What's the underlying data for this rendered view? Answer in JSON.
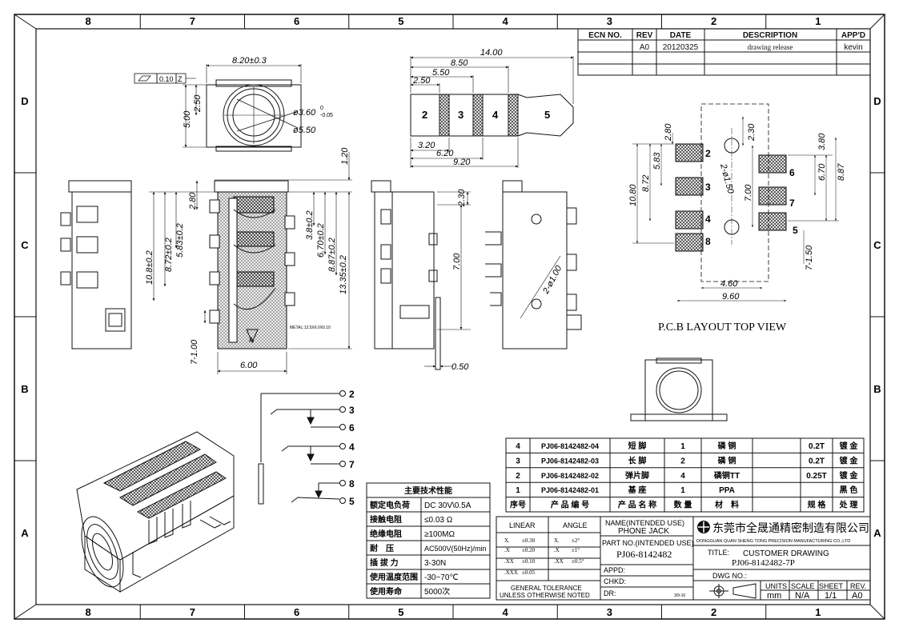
{
  "zones": {
    "top": [
      "8",
      "7",
      "6",
      "5",
      "4",
      "3",
      "2",
      "1"
    ],
    "side": [
      "D",
      "C",
      "B",
      "A"
    ]
  },
  "revision": {
    "headers": [
      "ECN NO.",
      "REV",
      "DATE",
      "DESCRIPTION",
      "APP'D"
    ],
    "rows": [
      [
        "",
        "A0",
        "20120325",
        "drawing release",
        "kevin"
      ]
    ]
  },
  "dims": {
    "front_width": "8.20±0.3",
    "flatness_tol": "0.10",
    "flatness_ref": "Z",
    "front_h1": "2.50",
    "front_h2": "5.00",
    "front_hole": "ø3.60",
    "front_hole_tol_up": "0",
    "front_hole_tol_dn": "-0.05",
    "front_outer": "ø5.50",
    "plug_total": "14.00",
    "plug_d1": "8.50",
    "plug_d2": "5.50",
    "plug_d3": "2.50",
    "plug_b1": "3.20",
    "plug_b2": "6.20",
    "plug_b3": "9.20",
    "plug_seg_labels": [
      "2",
      "3",
      "4",
      "5"
    ],
    "top_1_20": "1.20",
    "top_2_80": "2.80",
    "top_5_83": "5.83±0.2",
    "top_8_72": "8.72±0.2",
    "top_10_8": "10.8±0.2",
    "top_3_8": "3.8±0.2",
    "top_6_70": "6.70±0.2",
    "top_8_87": "8.87±0.2",
    "top_13_35": "13.35±0.2",
    "top_6_00": "6.00",
    "top_1_00": "7-1.00",
    "top_note": "METAL:12.5X6.0X0.10",
    "top_polarity": "A",
    "side_2_30": "2.30",
    "side_7_00": "7.00",
    "side_0_50": "0.50",
    "right_hole": "2-ø1.00",
    "pcb_10_80": "10.80",
    "pcb_8_72": "8.72",
    "pcb_5_83": "5.83",
    "pcb_2_80": "2.80",
    "pcb_2_30": "2.30",
    "pcb_3_80": "3.80",
    "pcb_6_70": "6.70",
    "pcb_8_87": "8.87",
    "pcb_7_00": "7.00",
    "pcb_holes": "2-ø1.50",
    "pcb_7_150": "7-1.50",
    "pcb_4_60": "4.60",
    "pcb_9_60": "9.60",
    "pcb_pads": [
      "2",
      "3",
      "4",
      "8",
      "6",
      "7",
      "5"
    ]
  },
  "pcb_title": "P.C.B LAYOUT TOP VIEW",
  "schematic_pins": [
    "2",
    "3",
    "6",
    "4",
    "7",
    "8",
    "5"
  ],
  "specs": {
    "title": "主要技术性能",
    "rows": [
      [
        "额定电负荷",
        "DC 30V\\0.5A"
      ],
      [
        "接触电阻",
        "≤0.03 Ω"
      ],
      [
        "绝缘电阻",
        "≥100MΩ"
      ],
      [
        "耐　压",
        "AC500V(50Hz)/min"
      ],
      [
        "插 拔 力",
        "3-30N"
      ],
      [
        "使用温度范围",
        "-30~70℃"
      ],
      [
        "使用寿命",
        "5000次"
      ]
    ]
  },
  "bom": {
    "headers": [
      "序号",
      "产 品 编 号",
      "产 品 名 称",
      "数 量",
      "材　料",
      "规 格",
      "处 理"
    ],
    "rows": [
      [
        "4",
        "PJ06-8142482-04",
        "短 脚",
        "1",
        "磷 铜",
        "0.2T",
        "镀 金"
      ],
      [
        "3",
        "PJ06-8142482-03",
        "长 脚",
        "2",
        "磷 铜",
        "0.2T",
        "镀 金"
      ],
      [
        "2",
        "PJ06-8142482-02",
        "弹片脚",
        "4",
        "磷铜TT",
        "0.25T",
        "镀 金"
      ],
      [
        "1",
        "PJ06-8142482-01",
        "基 座",
        "1",
        "PPA",
        "",
        "黑 色"
      ]
    ]
  },
  "tolerance": {
    "linear": "LINEAR",
    "angle": "ANGLE",
    "rows": [
      [
        "X.",
        "±0.30",
        "X.",
        "±2°"
      ],
      [
        ".X",
        "±0.20",
        ".X",
        "±1°"
      ],
      [
        ".XX",
        "±0.10",
        ".XX",
        "±0.5°"
      ],
      [
        ".XXX",
        "±0.05",
        "",
        ""
      ]
    ],
    "general1": "GENERAL TOLERANCE",
    "general2": "UNLESS OTHERWISE NOTED"
  },
  "title_block": {
    "name_label": "NAME(INTENDED USE)",
    "name_value": "PHONE JACK",
    "part_label": "PART NO.(INTENDED USE)",
    "part_value": "PJ06-8142482",
    "appd": "APPD:",
    "chkd": "CHKD:",
    "dr": "DR:",
    "date": "3/9-16",
    "company_cn": "东莞市全晟通精密制造有限公司",
    "company_en": "DONGGUAN QUAN SHENG TONG PRECISION MANUFACTURING CO.,LTD",
    "title_label": "TITLE:",
    "title_value1": "CUSTOMER DRAWING",
    "title_value2": "PJ06-8142482-7P",
    "dwg_label": "DWG NO.:",
    "units_label": "UNITS",
    "units_value": "mm",
    "scale_label": "SCALE",
    "scale_value": "N/A",
    "sheet_label": "SHEET",
    "sheet_value": "1/1",
    "rev_label": "REV.",
    "rev_value": "A0"
  }
}
